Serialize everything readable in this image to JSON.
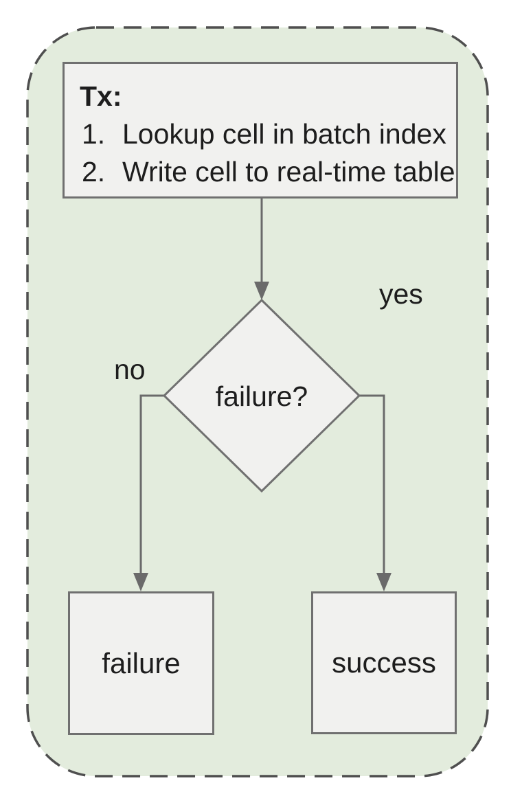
{
  "diagram": {
    "colors": {
      "page_bg": "#ffffff",
      "container_fill": "#e3ecdd",
      "container_border": "#4f4f4f",
      "node_fill": "#f1f1ef",
      "node_border": "#707070",
      "connector_color": "#6a6a6a",
      "text_color": "#1d1d1d"
    },
    "tx_box": {
      "title": "Tx:",
      "steps": [
        {
          "num": "1.",
          "text": "Lookup cell in batch index"
        },
        {
          "num": "2.",
          "text": "Write cell to real-time table"
        }
      ]
    },
    "decision": {
      "label": "failure?"
    },
    "branch_labels": {
      "no": "no",
      "yes": "yes"
    },
    "outcomes": {
      "failure": "failure",
      "success": "success"
    }
  }
}
